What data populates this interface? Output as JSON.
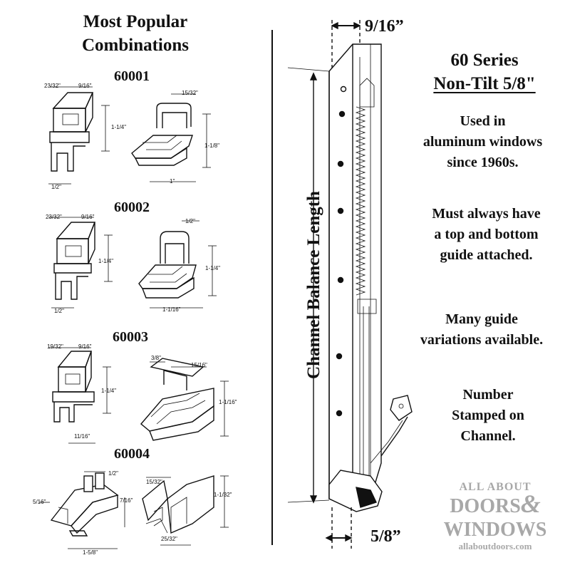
{
  "left_title": {
    "line1": "Most Popular",
    "line2": "Combinations"
  },
  "combinations": [
    {
      "part_number": "60001",
      "top_dims": {
        "a": "23/32\"",
        "b": "9/16\"",
        "height": "1-1/4\"",
        "base": "1/2\""
      },
      "bottom_dims": {
        "top": "15/32\"",
        "height": "1-1/8\"",
        "width": "1\""
      }
    },
    {
      "part_number": "60002",
      "top_dims": {
        "a": "23/32\"",
        "b": "9/16\"",
        "height": "1-1/4\"",
        "base": "1/2\""
      },
      "bottom_dims": {
        "top": "1/2\"",
        "height": "1-1/4\"",
        "width": "1-1/16\""
      }
    },
    {
      "part_number": "60003",
      "top_dims": {
        "a": "19/32\"",
        "b": "9/16\"",
        "height": "1-1/4\"",
        "base": "11/16\""
      },
      "bottom_dims": {
        "a": "3/8\"",
        "b": "15/16\"",
        "height": "1-1/16\""
      }
    },
    {
      "part_number": "60004",
      "top_dims": {
        "top": "1/2\"",
        "left": "5/16\"",
        "right": "7/16\"",
        "width": "1-5/8\""
      },
      "bottom_dims": {
        "top": "15/32\"",
        "height": "1-1/32\"",
        "width": "25/32\""
      }
    }
  ],
  "balance": {
    "top_width": "9/16”",
    "bottom_width": "5/8”",
    "length_label": "Channel Balance Length"
  },
  "right_info": {
    "title_line1": "60 Series",
    "title_line2": "Non-Tilt 5/8\"",
    "used_in": [
      "Used in",
      "aluminum windows",
      "since 1960s."
    ],
    "must": [
      "Must always have",
      "a top and bottom",
      "guide attached."
    ],
    "many": [
      "Many guide",
      "variations available."
    ],
    "number": [
      "Number",
      "Stamped on",
      "Channel."
    ]
  },
  "brand": {
    "line1": "ALL ABOUT",
    "line2": "DOORS",
    "amp": "&",
    "line3": "WINDOWS",
    "url": "allaboutdoors.com",
    "color": "#a8a8a8"
  }
}
